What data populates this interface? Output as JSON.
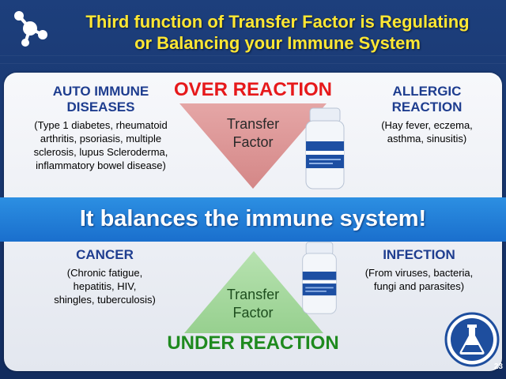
{
  "slide": {
    "title_line1": "Third function of Transfer Factor is Regulating",
    "title_line2": "or Balancing  your Immune System",
    "page_number": "23"
  },
  "top": {
    "reaction_label": "OVER REACTION",
    "triangle_line1": "Transfer",
    "triangle_line2": "Factor",
    "left": {
      "heading_line1": "AUTO IMMUNE",
      "heading_line2": "DISEASES",
      "body_lines": [
        "(Type 1 diabetes, rheumatoid",
        "arthritis, psoriasis, multiple",
        "sclerosis, lupus Scleroderma,",
        "inflammatory bowel disease)"
      ]
    },
    "right": {
      "heading_line1": "ALLERGIC",
      "heading_line2": "REACTION",
      "body_lines": [
        "(Hay fever, eczema,",
        "asthma, sinusitis)"
      ]
    }
  },
  "band": {
    "text": "It balances the immune system!"
  },
  "bottom": {
    "reaction_label": "UNDER REACTION",
    "triangle_line1": "Transfer",
    "triangle_line2": "Factor",
    "left": {
      "heading": "CANCER",
      "body_lines": [
        "(Chronic fatigue,",
        "hepatitis, HIV,",
        "shingles, tuberculosis)"
      ]
    },
    "right": {
      "heading": "INFECTION",
      "body_lines": [
        "(From viruses, bacteria,",
        "fungi and parasites)"
      ]
    }
  },
  "colors": {
    "title": "#ffe733",
    "heading": "#1e3d8f",
    "over_reaction": "#e6191b",
    "under_reaction": "#1f8a1f",
    "band": "#1f7bd6",
    "background": "#1a3a75"
  },
  "icons": {
    "logo": "molecule-icon",
    "badge": "lab-flask-icon",
    "product": "supplement-bottle-icon"
  }
}
